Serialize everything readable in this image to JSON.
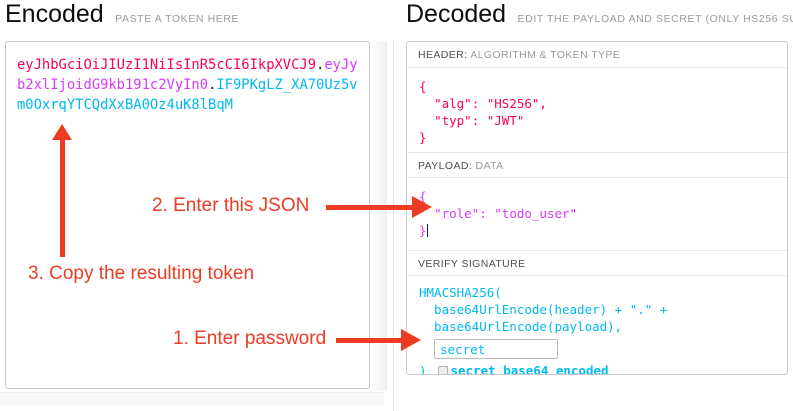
{
  "colors": {
    "token_header": "#fb015b",
    "token_payload": "#d63aff",
    "token_signature": "#00b9f1",
    "annotation": "#ee3b23"
  },
  "encoded": {
    "title": "Encoded",
    "subtitle": "PASTE A TOKEN HERE",
    "token": {
      "header": "eyJhbGciOiJIUzI1NiIsInR5cCI6IkpXVCJ9",
      "dot": ".",
      "payload": "eyJyb2xlIjoidG9kb191c2VyIn0",
      "signature": "IF9PKgLZ_XA70Uz5vm0OxrqYTCQdXxBA0Oz4uK8lBqM"
    }
  },
  "decoded": {
    "title": "Decoded",
    "subtitle": "EDIT THE PAYLOAD AND SECRET (ONLY HS256 SUPPORTED)",
    "header_section": {
      "label_strong": "HEADER:",
      "label_rest": " ALGORITHM & TOKEN TYPE",
      "code": "{\n  \"alg\": \"HS256\",\n  \"typ\": \"JWT\"\n}"
    },
    "payload_section": {
      "label_strong": "PAYLOAD:",
      "label_rest": " DATA",
      "code": "{\n  \"role\": \"todo_user\"\n}"
    },
    "signature_section": {
      "label_strong": "VERIFY SIGNATURE",
      "label_rest": "",
      "line1": "HMACSHA256(",
      "line2": "  base64UrlEncode(header) + \".\" +",
      "line3": "  base64UrlEncode(payload),",
      "secret_value": "secret",
      "close_paren": ")",
      "checkbox_label": "secret base64 encoded"
    }
  },
  "annotations": {
    "step1": "1. Enter password",
    "step2": "2. Enter this JSON",
    "step3": "3. Copy the resulting token"
  }
}
